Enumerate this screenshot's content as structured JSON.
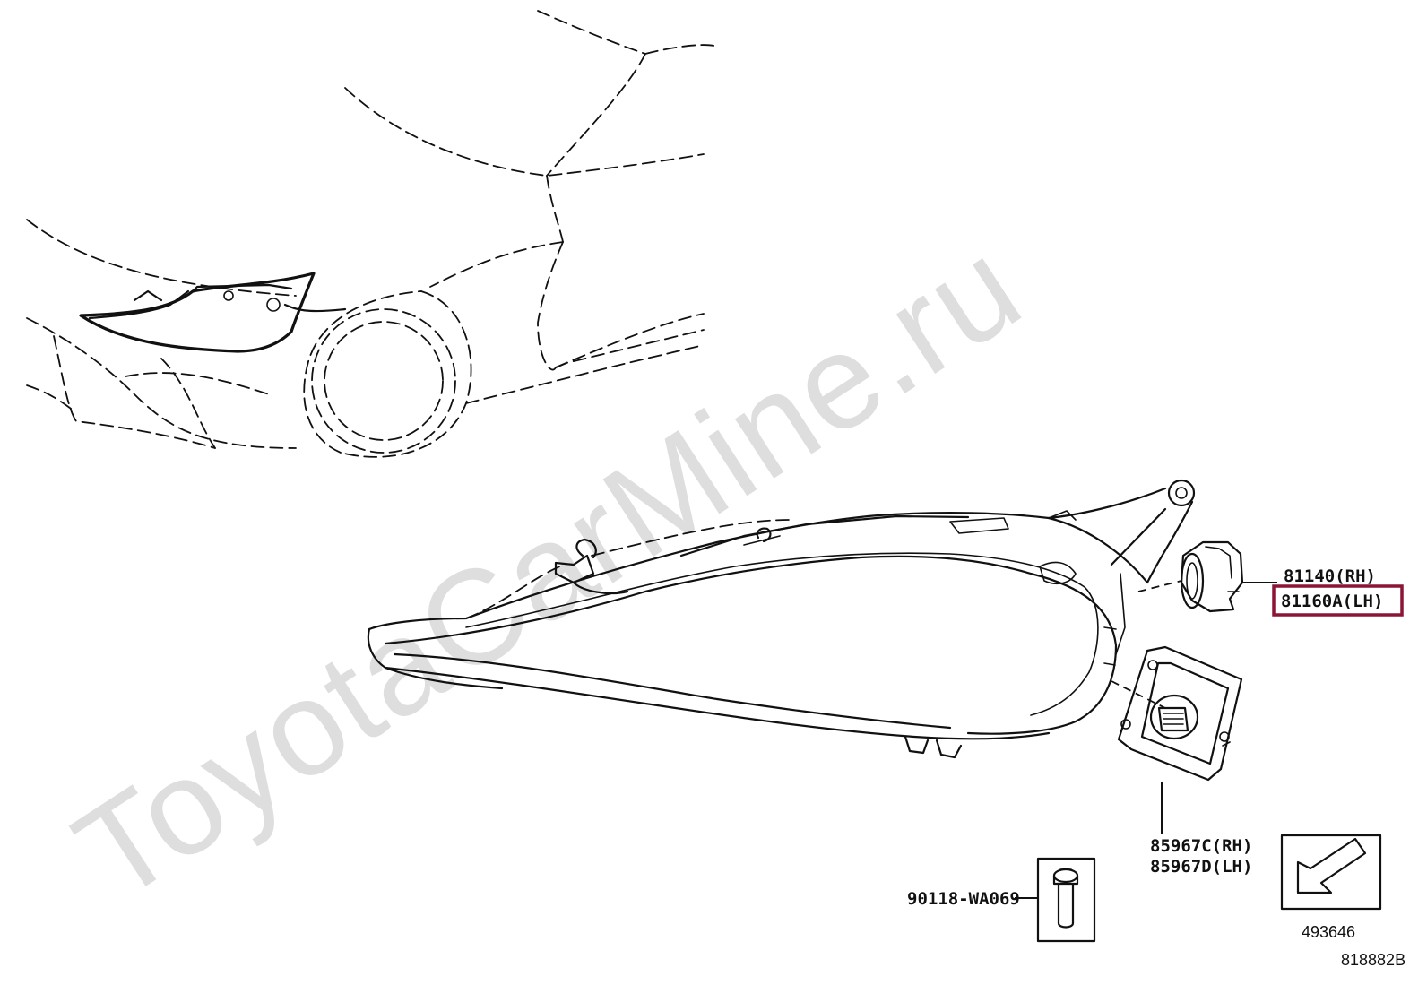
{
  "watermark": "ToyotaCarMine.ru",
  "labels": {
    "lamp_rh": "81140(RH)",
    "lamp_lh": "81160A(LH)",
    "computer_rh": "85967C(RH)",
    "computer_lh": "85967D(LH)",
    "screw": "90118-WA069",
    "direction_code": "493646",
    "diagram_code": "818882B"
  },
  "highlight_color": "#8b1535"
}
